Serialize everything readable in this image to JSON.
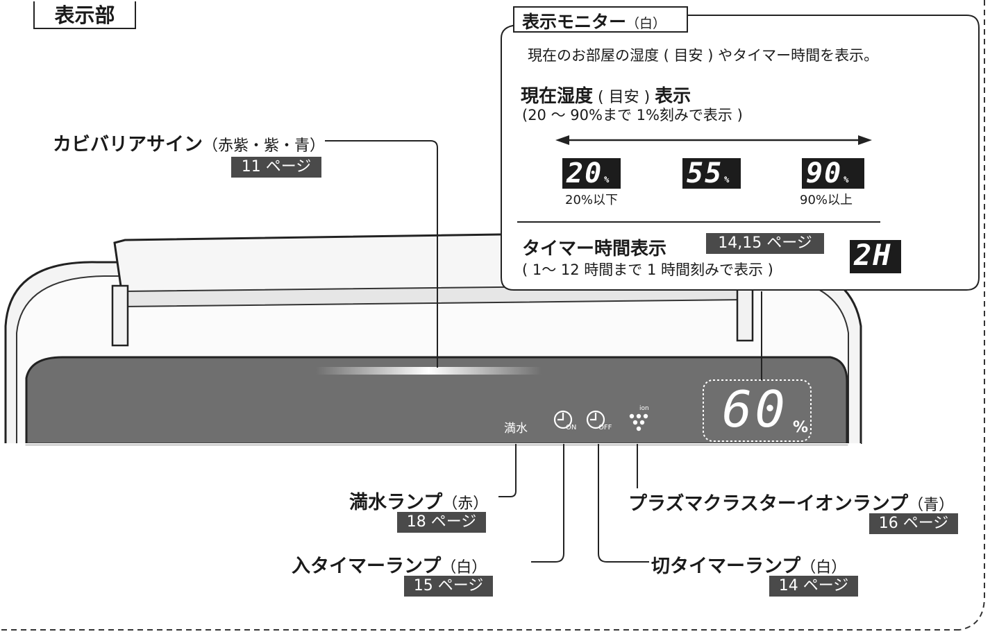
{
  "section_title": "表示部",
  "monitor": {
    "title": "表示モニター",
    "title_color": "（白）",
    "description": "現在のお部屋の湿度 ( 目安 ) やタイマー時間を表示。",
    "humidity": {
      "heading_bold_1": "現在湿度",
      "heading_thin": " ( 目安 ) ",
      "heading_bold_2": "表示",
      "range": "(20 ～ 90%まで 1%刻みで表示 )",
      "examples": [
        {
          "digits": "20",
          "unit": "%",
          "caption": "20%以下"
        },
        {
          "digits": "55",
          "unit": "%",
          "caption": ""
        },
        {
          "digits": "90",
          "unit": "%",
          "caption": "90%以上"
        }
      ]
    },
    "timer": {
      "heading": "タイマー時間表示",
      "page_ref": "14,15 ページ",
      "range": "( 1～ 12 時間まで 1 時間刻みで表示 )",
      "example": "2H"
    }
  },
  "callouts": {
    "kabi": {
      "label": "カビバリアサイン",
      "colors": "（赤紫・紫・青）",
      "page_ref": "11 ページ"
    },
    "mansui": {
      "label": "満水ランプ",
      "colors": "（赤）",
      "page_ref": "18 ページ"
    },
    "on_timer": {
      "label": "入タイマーランプ",
      "colors": "（白）",
      "page_ref": "15 ページ"
    },
    "off_timer": {
      "label": "切タイマーランプ",
      "colors": "（白）",
      "page_ref": "14 ページ"
    },
    "plasma": {
      "label": "プラズマクラスターイオンランプ",
      "colors": "（青）",
      "page_ref": "16 ページ"
    }
  },
  "panel": {
    "mansui_text": "満水",
    "on_text": "ON",
    "off_text": "OFF",
    "ion_text": "ion",
    "display_digits": "60",
    "display_unit": "%"
  },
  "colors": {
    "panel": "#6f6f6f",
    "page_ref_bg": "#4a4a4a"
  }
}
